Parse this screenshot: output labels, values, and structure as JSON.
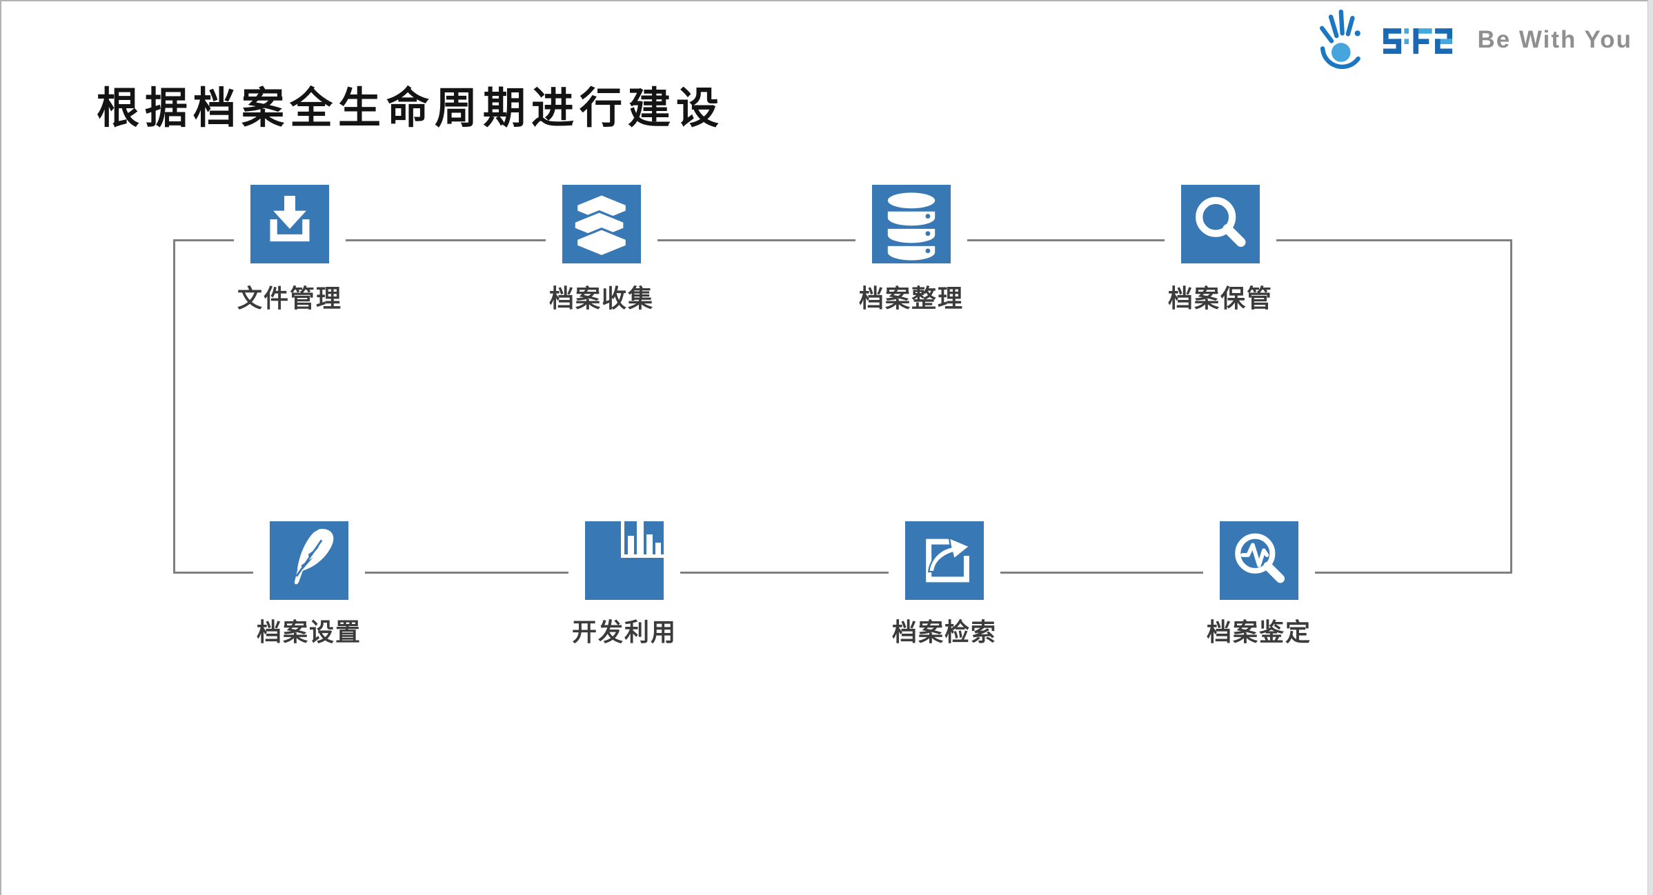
{
  "page": {
    "title": "根据档案全生命周期进行建设"
  },
  "brand": {
    "wordmark": "SFS",
    "tagline": "Be With You"
  },
  "colors": {
    "icon_blue": "#3878b4",
    "flow_line_gray": "#7f7f7f",
    "label_dark": "#3b3b3b",
    "title_black": "#141414",
    "logo_blue_dark": "#1a69b5",
    "logo_blue_light": "#3fa9e0",
    "tagline_gray": "#8f8f8f"
  },
  "process": {
    "top_row": [
      {
        "label": "文件管理",
        "icon": "download-tray-icon"
      },
      {
        "label": "档案收集",
        "icon": "books-stack-icon"
      },
      {
        "label": "档案整理",
        "icon": "database-icon"
      },
      {
        "label": "档案保管",
        "icon": "search-icon"
      }
    ],
    "bottom_row": [
      {
        "label": "档案设置",
        "icon": "feather-icon"
      },
      {
        "label": "开发利用",
        "icon": "bar-chart-icon"
      },
      {
        "label": "档案检索",
        "icon": "export-arrow-icon"
      },
      {
        "label": "档案鉴定",
        "icon": "search-pulse-icon"
      }
    ]
  }
}
